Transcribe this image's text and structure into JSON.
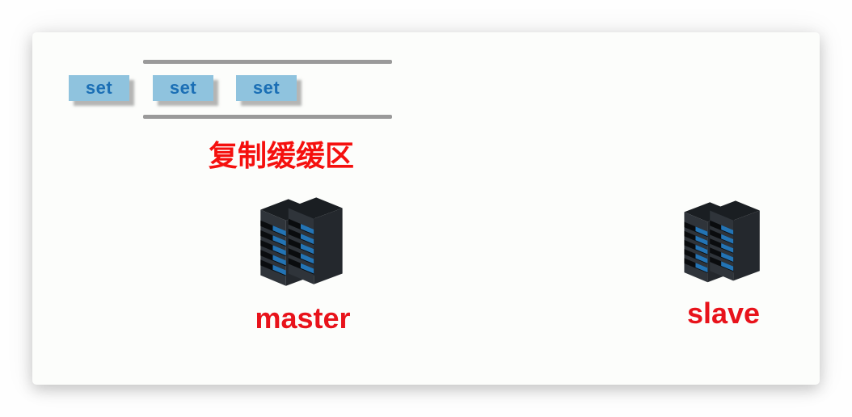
{
  "buffer": {
    "label": "复制缓缓区",
    "set_labels": [
      "set",
      "set",
      "set"
    ]
  },
  "nodes": {
    "master": {
      "label": "master"
    },
    "slave": {
      "label": "slave"
    }
  },
  "icons": {
    "master_icon": "server-stack-icon",
    "slave_icon": "server-stack-icon"
  },
  "colors": {
    "set_box_bg": "#8fc3de",
    "set_box_text": "#1b6fb5",
    "set_box_shadow": "#6e6e6e",
    "buffer_line": "#9a9a9a",
    "buffer_label_text": "#f5100e",
    "node_label_text": "#e8131b",
    "server_left_face": "#2f343a",
    "server_right_face": "#24282d",
    "server_top_face": "#1a1e22",
    "server_stripe": "#0a0c0e",
    "server_led": "#2374b5",
    "panel_bg": "#fcfdfb"
  }
}
